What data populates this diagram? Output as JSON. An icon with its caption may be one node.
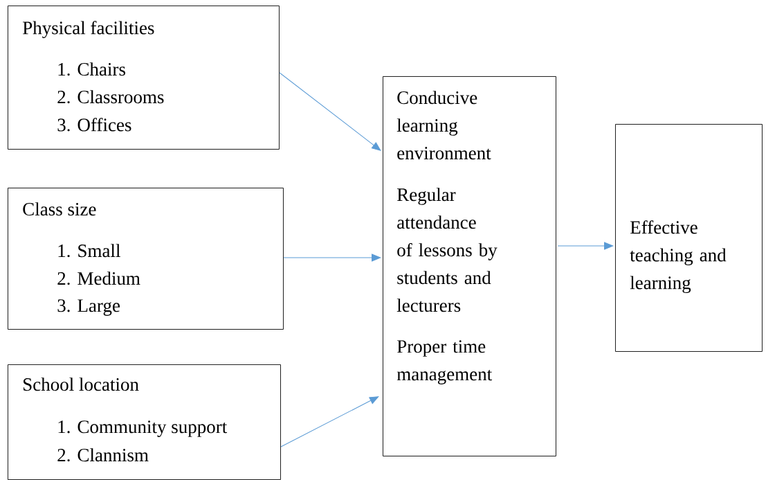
{
  "diagram": {
    "nodes": [
      {
        "text": [
          "Physical facilities",
          "1. Chairs",
          "2. Classrooms",
          "3. Offices"
        ]
      },
      {
        "text": [
          "Class size",
          "1. Small",
          "2. Medium",
          "3. Large"
        ]
      },
      {
        "text": [
          "School location",
          "1. Community support",
          "2. Clannism"
        ]
      },
      {
        "text": [
          "Conducive learning environment",
          "Regular attendance of lessons by students and lecturers",
          "Proper time management"
        ]
      },
      {
        "text": [
          "Effective teaching and learning"
        ]
      }
    ],
    "edges": [
      {
        "from": 0,
        "to": 3,
        "arrow": "to"
      },
      {
        "from": 1,
        "to": 3,
        "arrow": "to"
      },
      {
        "from": 2,
        "to": 3,
        "arrow": "to"
      },
      {
        "from": 3,
        "to": 4,
        "arrow": "to"
      }
    ]
  }
}
